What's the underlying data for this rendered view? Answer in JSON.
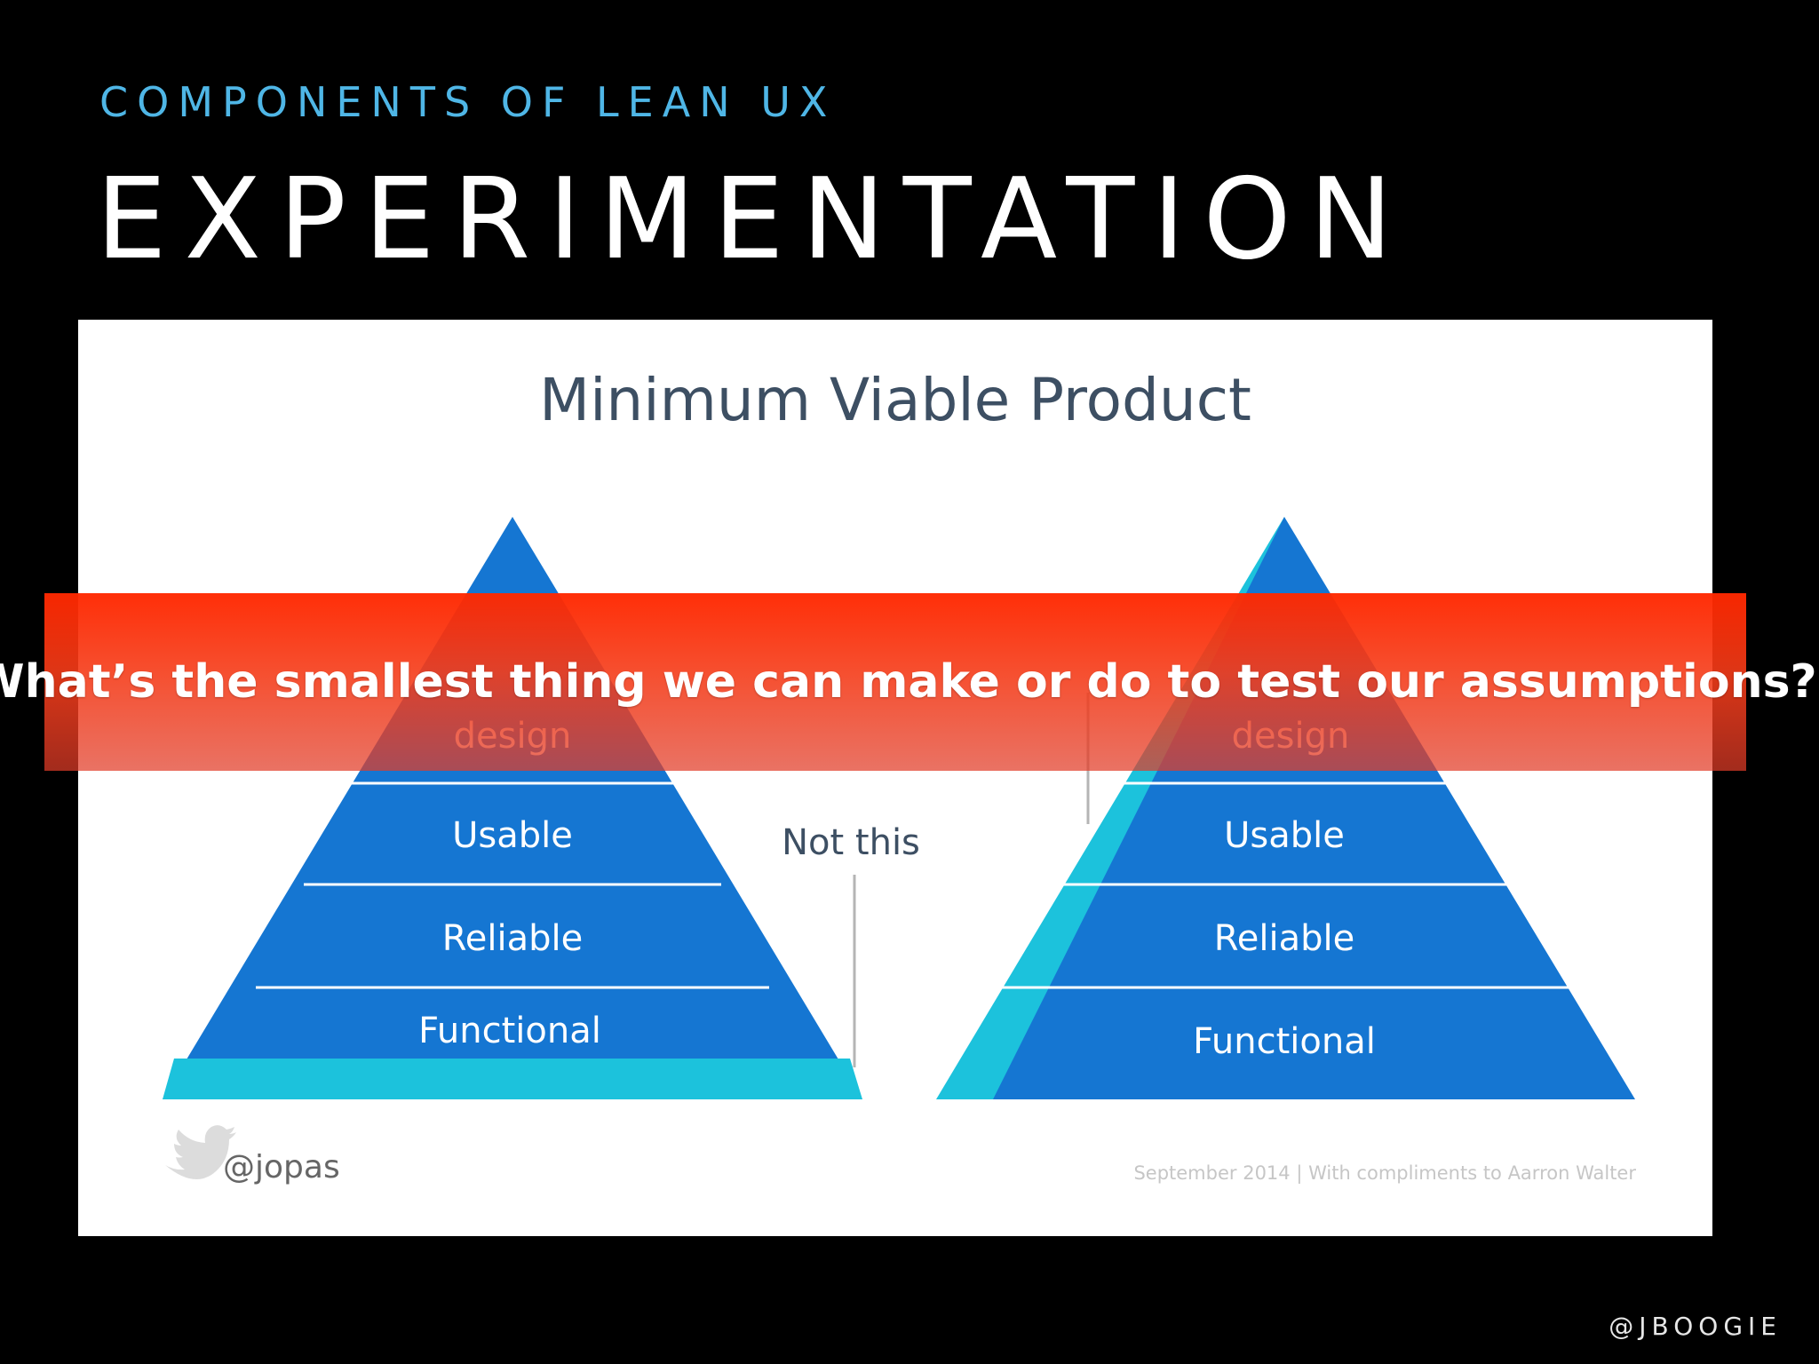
{
  "slide": {
    "subtitle": "COMPONENTS OF LEAN UX",
    "title": "EXPERIMENTATION",
    "overlay_question": "What’s the smallest thing we can make or do to test our assumptions?",
    "handle": "@JBOOGIE"
  },
  "diagram": {
    "heading": "Minimum Viable Product",
    "left_pyramid": {
      "layers": {
        "emotional_partial": "design",
        "usable": "Usable",
        "reliable": "Reliable",
        "functional": "Functional"
      }
    },
    "divider_label": "Not this",
    "right_pyramid": {
      "layers": {
        "emotional_partial": "design",
        "usable": "Usable",
        "reliable": "Reliable",
        "functional": "Functional"
      }
    },
    "credit_handle": "@jopas",
    "footer_note": "September 2014 | With compliments to Aarron Walter",
    "colors": {
      "pyramid_blue": "#1576d2",
      "accent_cyan": "#1cc2dc",
      "heading_text": "#3d4f63",
      "banner_red": "#ff2a00"
    },
    "icons": [
      "twitter-bird-icon"
    ]
  }
}
